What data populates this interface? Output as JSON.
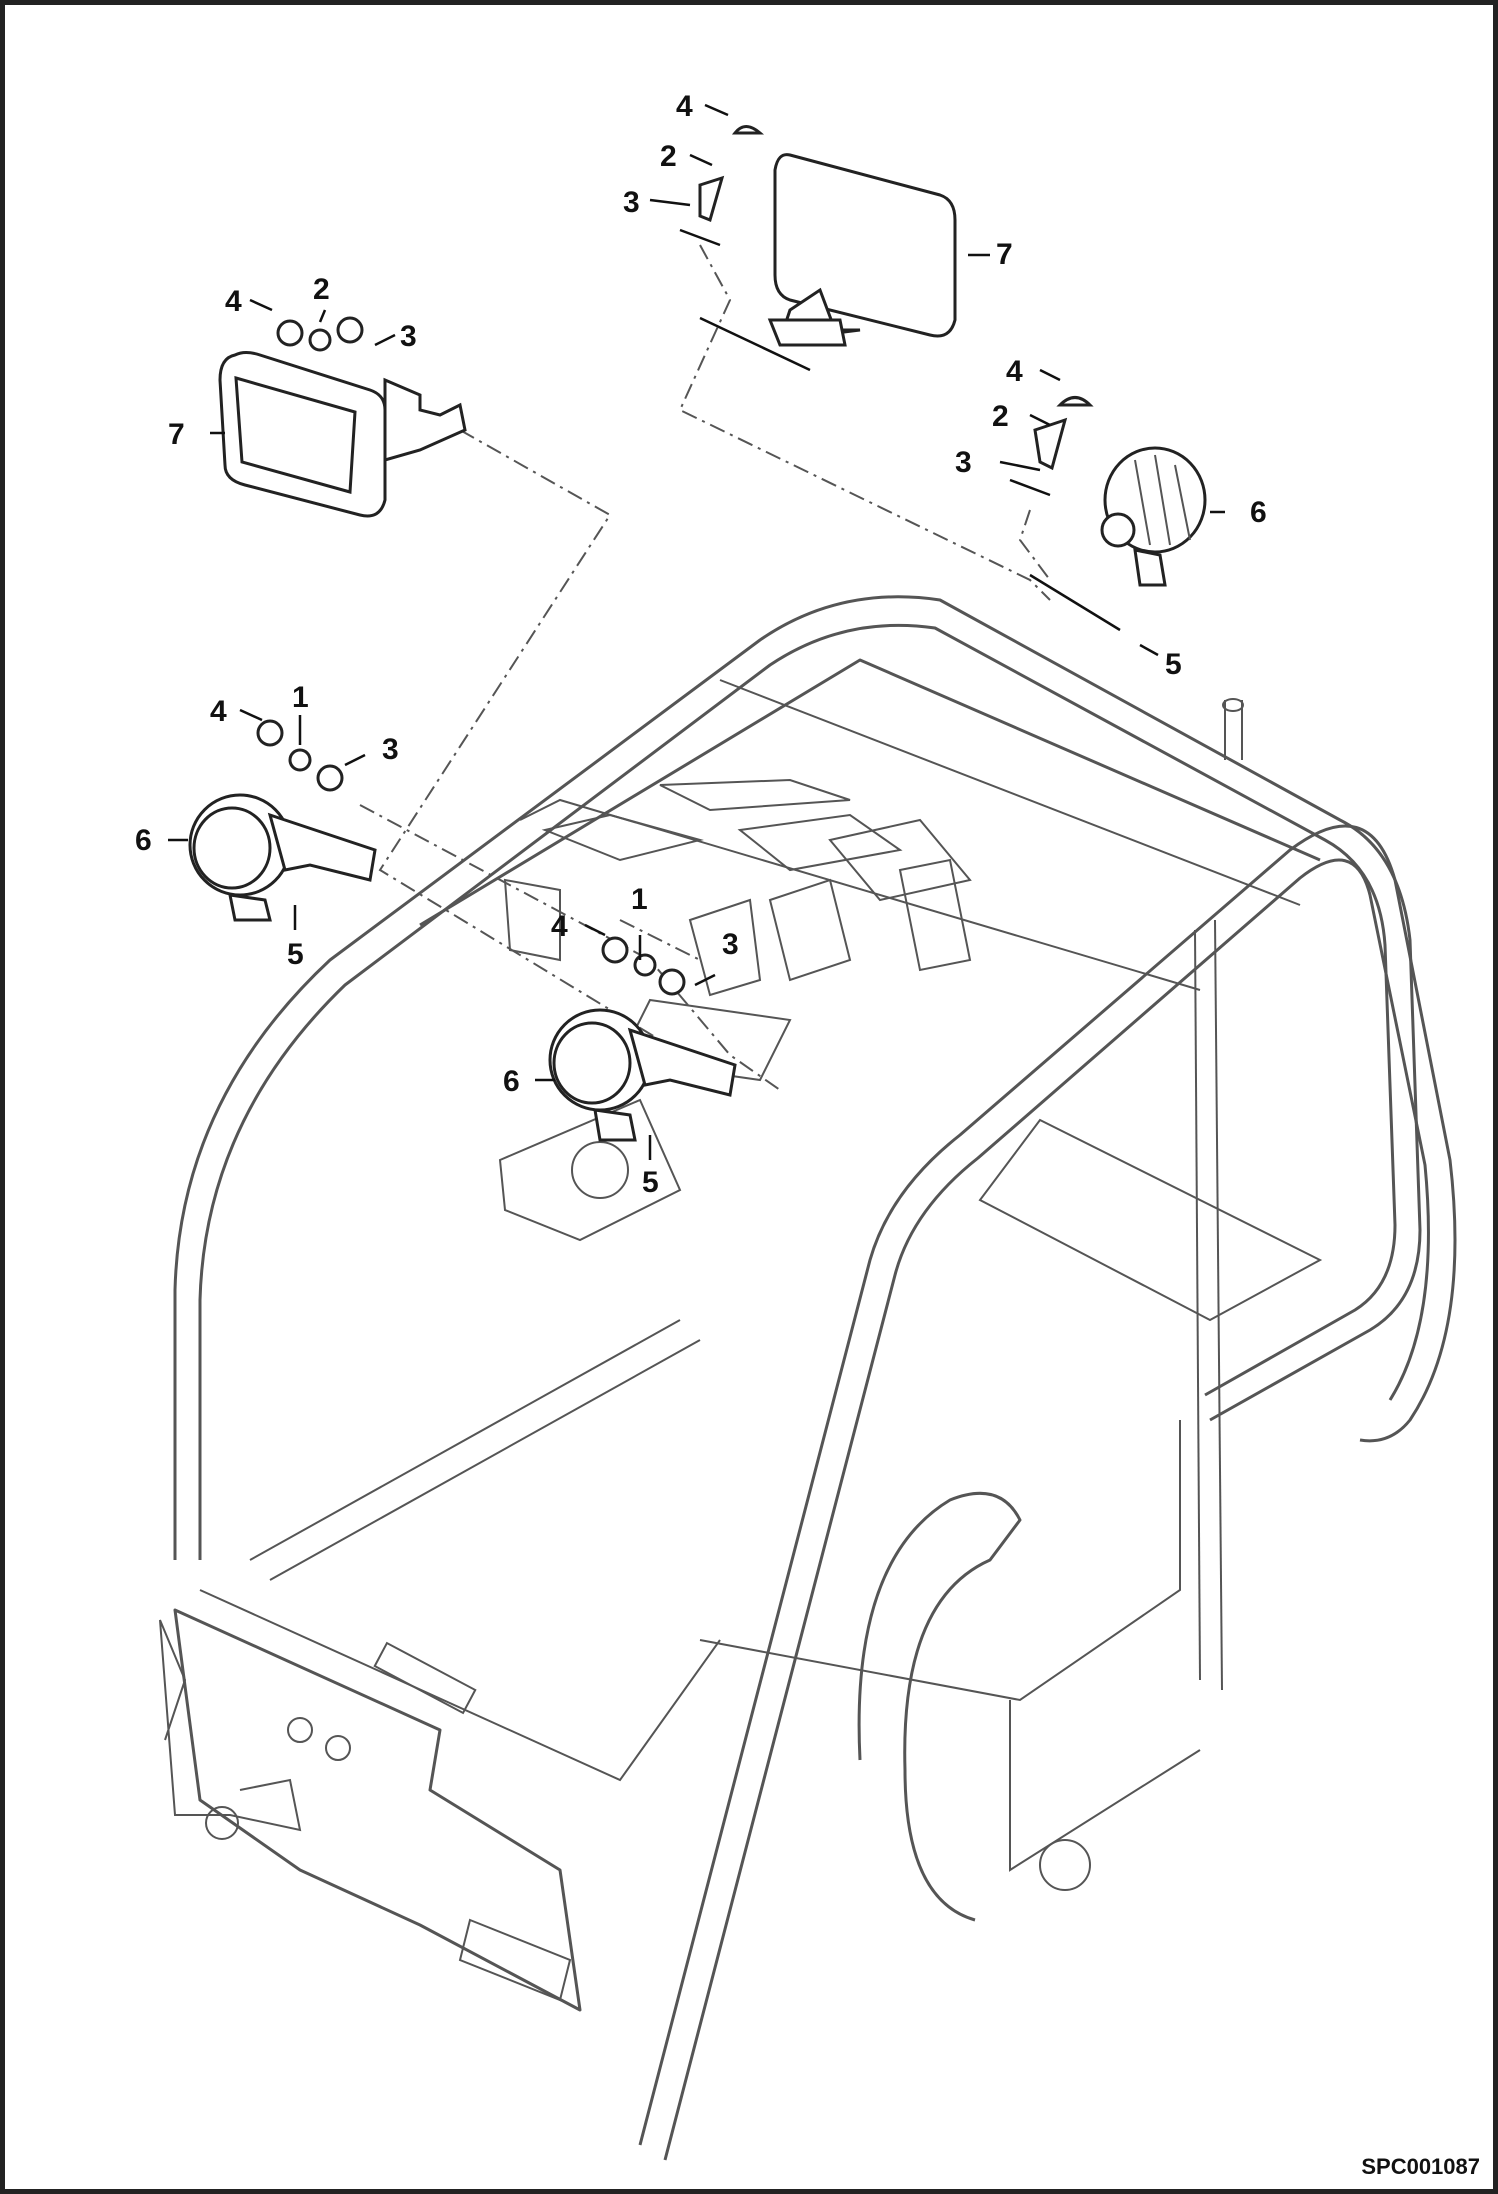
{
  "diagram": {
    "reference_code": "SPC001087",
    "callouts": [
      {
        "id": "c-top-4",
        "text": "4"
      },
      {
        "id": "c-top-2",
        "text": "2"
      },
      {
        "id": "c-top-3",
        "text": "3"
      },
      {
        "id": "c-top-7",
        "text": "7"
      },
      {
        "id": "c-left-4",
        "text": "4"
      },
      {
        "id": "c-left-2",
        "text": "2"
      },
      {
        "id": "c-left-3",
        "text": "3"
      },
      {
        "id": "c-left-7",
        "text": "7"
      },
      {
        "id": "c-right-4",
        "text": "4"
      },
      {
        "id": "c-right-2",
        "text": "2"
      },
      {
        "id": "c-right-3",
        "text": "3"
      },
      {
        "id": "c-right-6",
        "text": "6"
      },
      {
        "id": "c-right-5",
        "text": "5"
      },
      {
        "id": "c-midleft-4",
        "text": "4"
      },
      {
        "id": "c-midleft-1",
        "text": "1"
      },
      {
        "id": "c-midleft-3",
        "text": "3"
      },
      {
        "id": "c-midleft-6",
        "text": "6"
      },
      {
        "id": "c-midleft-5",
        "text": "5"
      },
      {
        "id": "c-center-4",
        "text": "4"
      },
      {
        "id": "c-center-1",
        "text": "1"
      },
      {
        "id": "c-center-3",
        "text": "3"
      },
      {
        "id": "c-center-6",
        "text": "6"
      },
      {
        "id": "c-center-5",
        "text": "5"
      }
    ]
  }
}
